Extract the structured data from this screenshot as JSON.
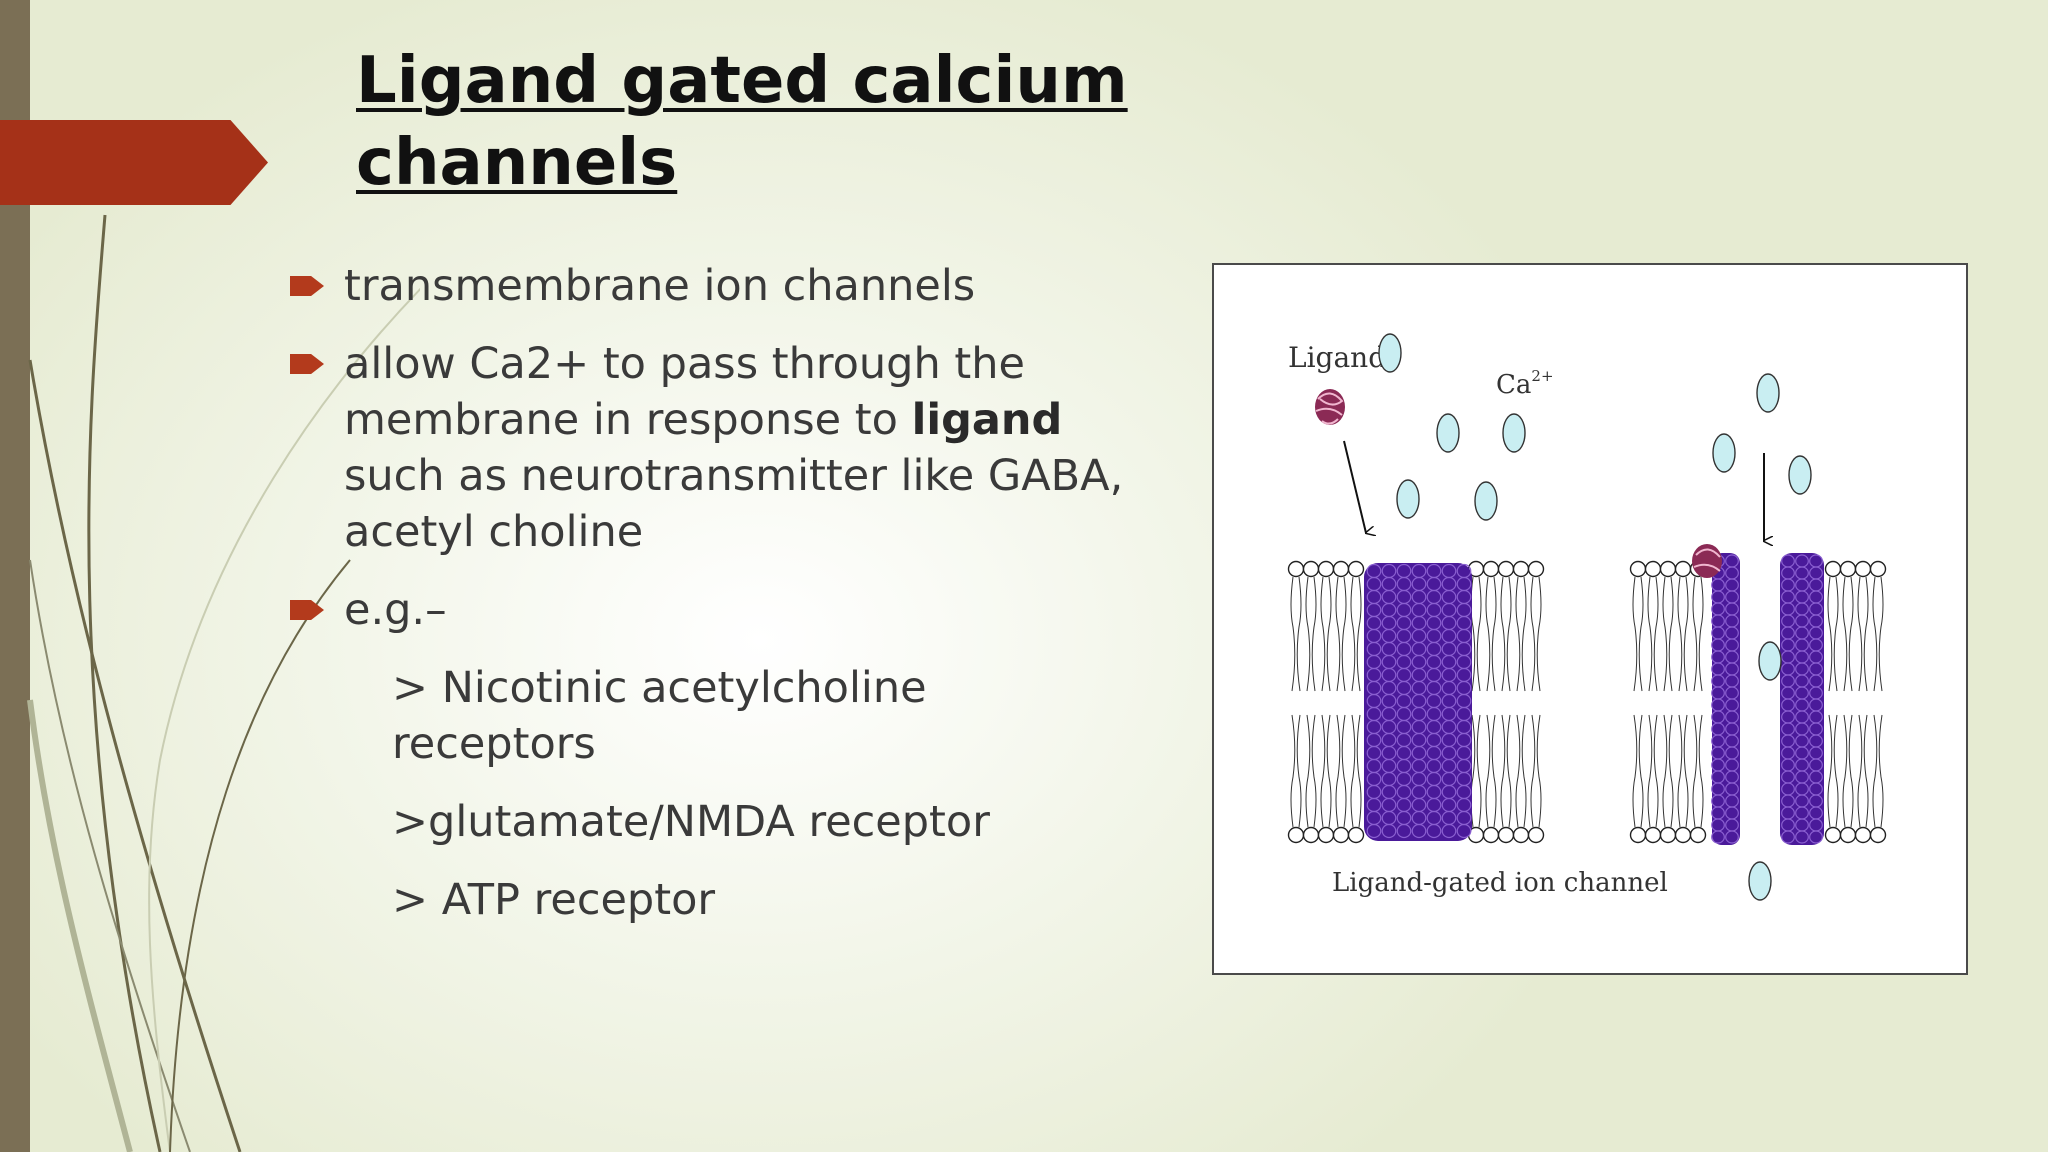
{
  "slide": {
    "title": "Ligand gated calcium channels",
    "bullets": [
      {
        "pre": "transmembrane ion channels",
        "bold": "",
        "post": ""
      },
      {
        "pre": "allow Ca2+ to pass through the membrane in response to ",
        "bold": "ligand",
        "post": " such as neurotransmitter like GABA, acetyl choline"
      },
      {
        "pre": "e.g.–",
        "bold": "",
        "post": ""
      }
    ],
    "examples": [
      "> Nicotinic acetylcholine receptors",
      ">glutamate/NMDA receptor",
      "> ATP receptor"
    ]
  },
  "figure": {
    "ligand_label": "Ligand",
    "ion_label": "Ca",
    "ion_charge": "2+",
    "caption": "Ligand-gated ion channel"
  },
  "colors": {
    "accent": "#a53118",
    "bullet": "#b33a1c",
    "side_bar": "#7b6f55",
    "channel": "#4a1a9a",
    "ligand": "#8b2a55",
    "ion": "#c9eef2"
  }
}
